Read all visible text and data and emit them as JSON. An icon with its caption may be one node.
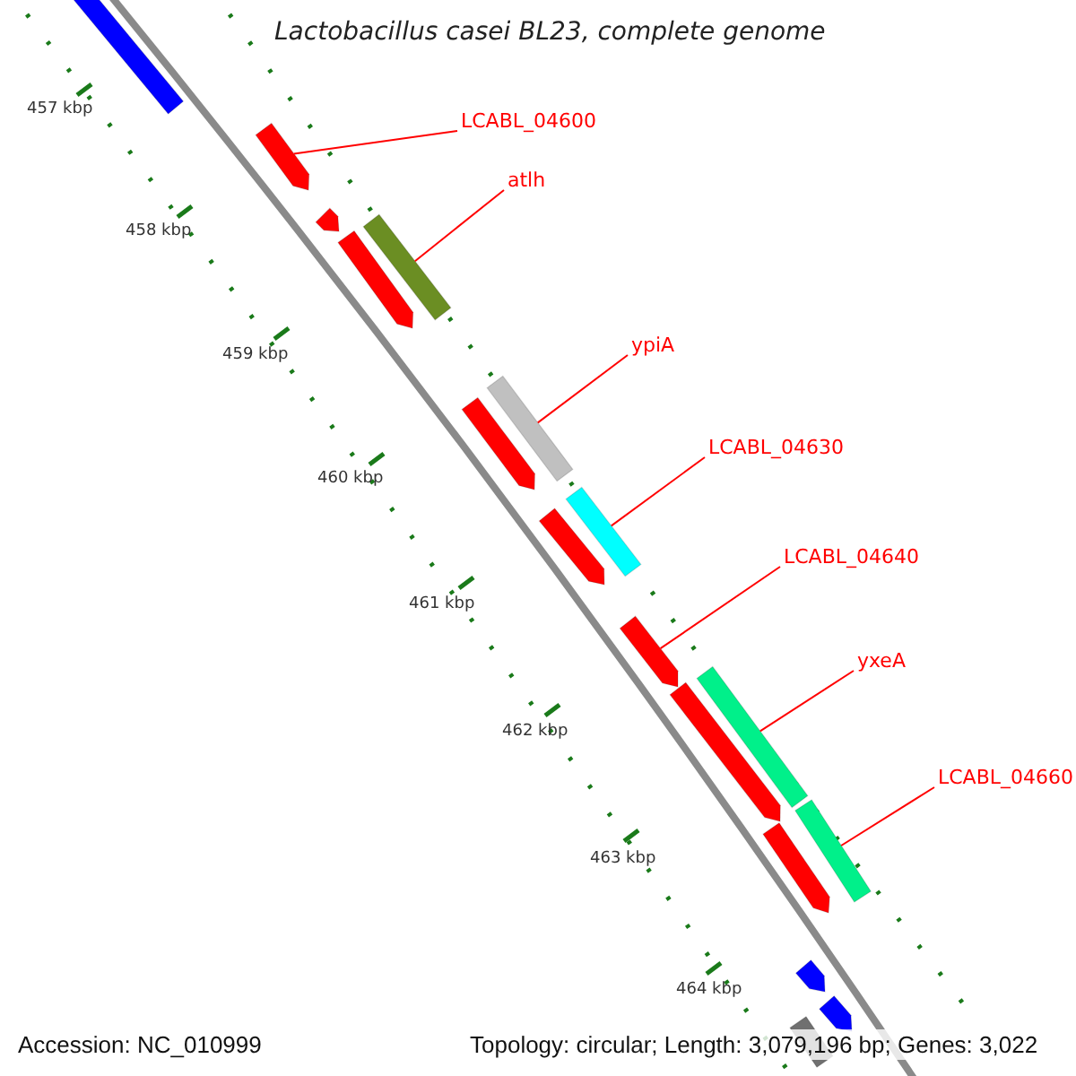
{
  "diagram": {
    "title": "Lactobacillus casei BL23, complete genome",
    "nodes": [
      {
        "text": [
          "LCABL_04600"
        ]
      },
      {
        "text": [
          "atlh"
        ]
      },
      {
        "text": [
          "ypiA"
        ]
      },
      {
        "text": [
          "LCABL_04630"
        ]
      },
      {
        "text": [
          "LCABL_04640"
        ]
      },
      {
        "text": [
          "yxeA"
        ]
      },
      {
        "text": [
          "LCABL_04660"
        ]
      },
      {
        "text": [],
        "shape": "bar"
      },
      {
        "text": [],
        "shape": "bar"
      },
      {
        "text": [],
        "shape": "bar"
      },
      {
        "text": [],
        "shape": "bar"
      },
      {
        "text": [],
        "shape": "bar"
      },
      {
        "text": [],
        "shape": "bar"
      },
      {
        "text": [],
        "shape": "bar"
      },
      {
        "text": [],
        "shape": "bar"
      },
      {
        "text": [],
        "shape": "bar"
      },
      {
        "text": [],
        "shape": "bar"
      },
      {
        "text": [],
        "shape": "bar"
      },
      {
        "text": [],
        "shape": "bar"
      },
      {
        "text": [],
        "shape": "bar"
      },
      {
        "text": [],
        "shape": "bar"
      },
      {
        "text": [],
        "shape": "bar"
      },
      {
        "text": [],
        "shape": "bar"
      },
      {
        "text": [],
        "shape": "bar"
      }
    ],
    "edges": [
      {
        "from": 0,
        "to": 8,
        "arrow": "none"
      },
      {
        "from": 1,
        "to": 11,
        "arrow": "none"
      },
      {
        "from": 2,
        "to": 13,
        "arrow": "none"
      },
      {
        "from": 3,
        "to": 15,
        "arrow": "none"
      },
      {
        "from": 4,
        "to": 16,
        "arrow": "none"
      },
      {
        "from": 5,
        "to": 18,
        "arrow": "none"
      },
      {
        "from": 6,
        "to": 19,
        "arrow": "none"
      }
    ],
    "labels": [
      "457 kbp",
      "458 kbp",
      "459 kbp",
      "460 kbp",
      "461 kbp",
      "462 kbp",
      "463 kbp",
      "464 kbp",
      "Accession: NC_010999",
      "Topology: circular; Length: 3,079,196 bp; Genes: 3,022"
    ]
  }
}
